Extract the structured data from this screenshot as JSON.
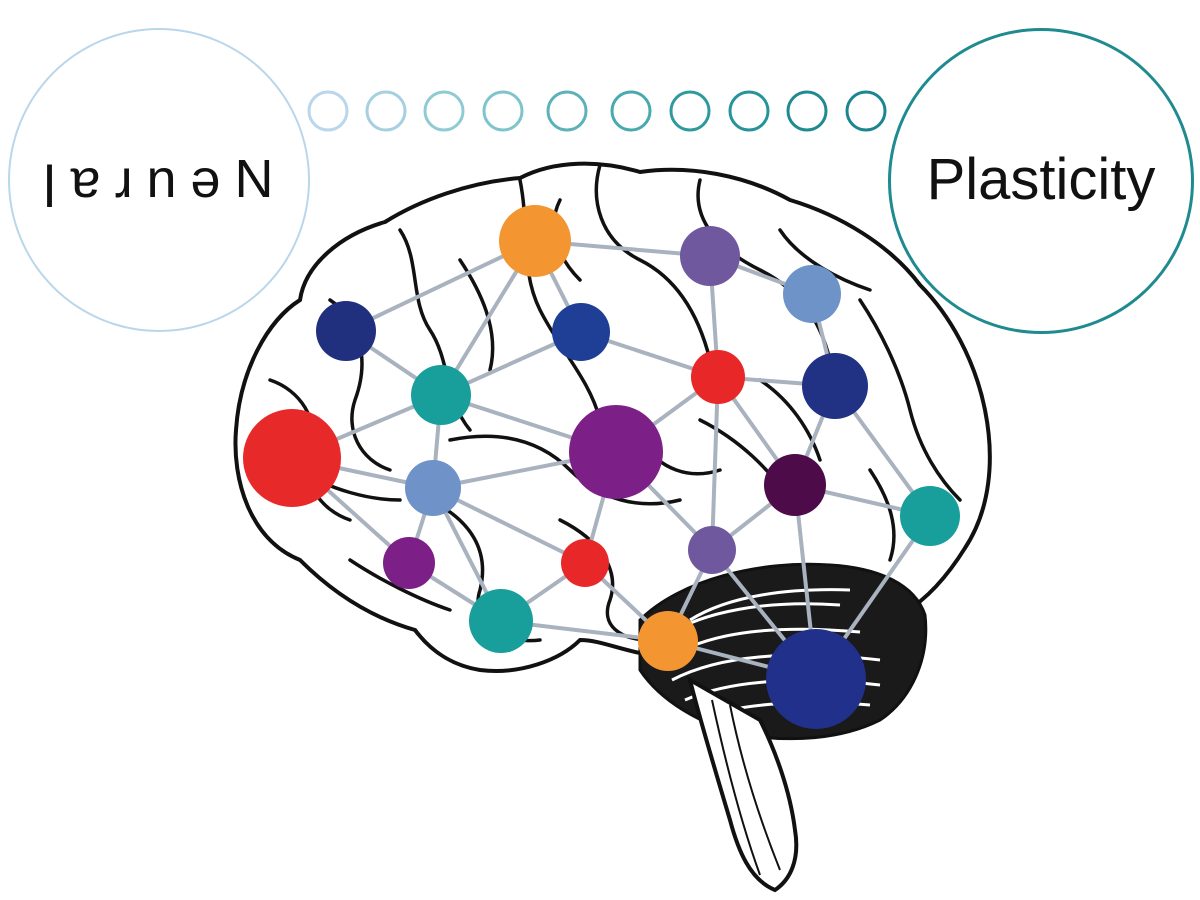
{
  "left_circle": {
    "label": "ןɐɹnǝN"
  },
  "right_circle": {
    "label": "Plasticity"
  },
  "colors": {
    "left_circle_border": "#b9d6ea",
    "right_circle_border": "#1f8a90",
    "connector_gradient": [
      "#b9d6ea",
      "#a6cfe0",
      "#8ecbd3",
      "#7ec5cb",
      "#5cb2b6",
      "#4aa9ad",
      "#2f9a9d",
      "#26939a",
      "#1f8a90",
      "#1c8690"
    ],
    "edge": "#a9b2bf",
    "outline": "#111111"
  },
  "nodes": [
    {
      "id": "n1",
      "color": "#f39531",
      "r": 36
    },
    {
      "id": "n2",
      "color": "#6f589e",
      "r": 30
    },
    {
      "id": "n3",
      "color": "#6e93c8",
      "r": 29
    },
    {
      "id": "n4",
      "color": "#20307f",
      "r": 30
    },
    {
      "id": "n5",
      "color": "#1e3f95",
      "r": 29
    },
    {
      "id": "n6",
      "color": "#e82828",
      "r": 27
    },
    {
      "id": "n7",
      "color": "#213183",
      "r": 33
    },
    {
      "id": "n8",
      "color": "#189e9b",
      "r": 30
    },
    {
      "id": "n9",
      "color": "#e8292a",
      "r": 49
    },
    {
      "id": "n10",
      "color": "#7c1f86",
      "r": 47
    },
    {
      "id": "n11",
      "color": "#6f92c8",
      "r": 28
    },
    {
      "id": "n12",
      "color": "#4d0b4a",
      "r": 31
    },
    {
      "id": "n13",
      "color": "#189e9b",
      "r": 30
    },
    {
      "id": "n14",
      "color": "#7c1f86",
      "r": 26
    },
    {
      "id": "n15",
      "color": "#e82828",
      "r": 24
    },
    {
      "id": "n16",
      "color": "#6f589e",
      "r": 24
    },
    {
      "id": "n17",
      "color": "#189e9b",
      "r": 32
    },
    {
      "id": "n18",
      "color": "#f39531",
      "r": 30
    },
    {
      "id": "n19",
      "color": "#21308a",
      "r": 50
    }
  ],
  "edges": [
    [
      "n1",
      "n2"
    ],
    [
      "n1",
      "n4"
    ],
    [
      "n1",
      "n5"
    ],
    [
      "n1",
      "n8"
    ],
    [
      "n2",
      "n3"
    ],
    [
      "n2",
      "n6"
    ],
    [
      "n3",
      "n7"
    ],
    [
      "n4",
      "n8"
    ],
    [
      "n5",
      "n8"
    ],
    [
      "n5",
      "n6"
    ],
    [
      "n6",
      "n10"
    ],
    [
      "n6",
      "n7"
    ],
    [
      "n6",
      "n12"
    ],
    [
      "n6",
      "n16"
    ],
    [
      "n7",
      "n12"
    ],
    [
      "n7",
      "n13"
    ],
    [
      "n8",
      "n10"
    ],
    [
      "n8",
      "n9"
    ],
    [
      "n8",
      "n11"
    ],
    [
      "n9",
      "n11"
    ],
    [
      "n9",
      "n14"
    ],
    [
      "n10",
      "n11"
    ],
    [
      "n10",
      "n16"
    ],
    [
      "n10",
      "n15"
    ],
    [
      "n11",
      "n15"
    ],
    [
      "n11",
      "n17"
    ],
    [
      "n12",
      "n16"
    ],
    [
      "n12",
      "n19"
    ],
    [
      "n13",
      "n19"
    ],
    [
      "n13",
      "n12"
    ],
    [
      "n14",
      "n17"
    ],
    [
      "n15",
      "n17"
    ],
    [
      "n15",
      "n18"
    ],
    [
      "n16",
      "n18"
    ],
    [
      "n16",
      "n19"
    ],
    [
      "n17",
      "n18"
    ],
    [
      "n18",
      "n19"
    ],
    [
      "n14",
      "n11"
    ]
  ]
}
